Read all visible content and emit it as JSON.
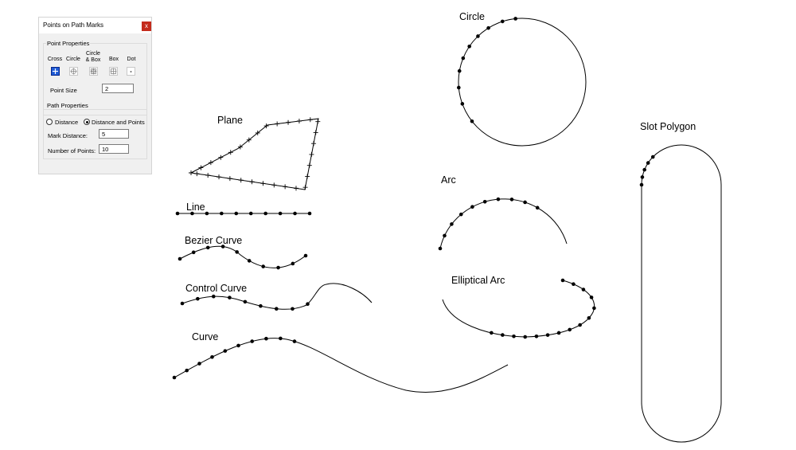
{
  "panel": {
    "title": "Points on Path Marks",
    "close_label": "x",
    "point_properties": {
      "group_label": "Point Properties",
      "types": [
        {
          "label": "Cross"
        },
        {
          "label": "Circle"
        },
        {
          "label": "Circle\n& Box"
        },
        {
          "label": "Box"
        },
        {
          "label": "Dot"
        }
      ],
      "selected_type": "Cross",
      "point_size_label": "Point Size",
      "point_size_value": "2"
    },
    "path_properties": {
      "group_label": "Path Properties",
      "option_distance": "Distance",
      "option_distance_points": "Distance and Points",
      "selected_option": "Distance and Points",
      "mark_distance_label": "Mark Distance:",
      "mark_distance_value": "5",
      "number_points_label": "Number of Points:",
      "number_points_value": "10"
    }
  },
  "canvas": {
    "shapes": [
      {
        "id": "plane",
        "label": "Plane",
        "marker": "cross"
      },
      {
        "id": "line",
        "label": "Line",
        "marker": "dot"
      },
      {
        "id": "bezier",
        "label": "Bezier Curve",
        "marker": "dot"
      },
      {
        "id": "control",
        "label": "Control Curve",
        "marker": "dot"
      },
      {
        "id": "curve",
        "label": "Curve",
        "marker": "dot"
      },
      {
        "id": "circle",
        "label": "Circle",
        "marker": "dot"
      },
      {
        "id": "arc",
        "label": "Arc",
        "marker": "dot"
      },
      {
        "id": "elliptical",
        "label": "Elliptical Arc",
        "marker": "dot"
      },
      {
        "id": "slot",
        "label": "Slot Polygon",
        "marker": "dot"
      }
    ]
  }
}
